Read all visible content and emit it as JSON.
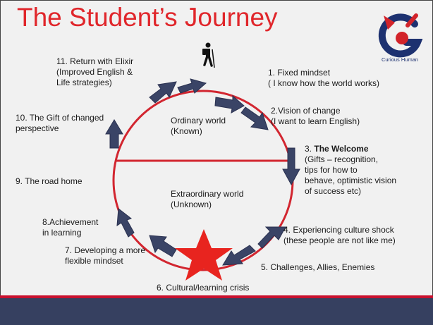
{
  "title": "The Student’s Journey",
  "logo": {
    "text": "Curious Human",
    "icon": "curious-human-logo",
    "colors": {
      "red": "#d2232a",
      "blue": "#1d3170"
    }
  },
  "colors": {
    "title": "#e0262b",
    "circle": "#d22630",
    "arrow": "#3a4466",
    "star": "#e8241f",
    "bar": "#364060"
  },
  "icons": {
    "hiker": "hiker-icon",
    "star": "star-icon"
  },
  "world": {
    "ordinary": {
      "line1": "Ordinary world",
      "line2": "(Known)"
    },
    "extraordinary": {
      "line1": "Extraordinary world",
      "line2": "(Unknown)"
    }
  },
  "steps": {
    "s1": {
      "line1": "1.   Fixed mindset",
      "line2": "( I know how the world works)"
    },
    "s2": {
      "line1": "2.Vision of change",
      "line2": "(I want to learn English)"
    },
    "s3": {
      "prefix": "3.",
      "bold": "The Welcome",
      "line2": "(Gifts – recognition,",
      "line3": "tips for how to",
      "line4": "behave, optimistic vision",
      "line5": "of success etc)"
    },
    "s4": {
      "line1": "4. Experiencing culture shock",
      "line2": "(these people are not like me)"
    },
    "s5": {
      "line1": "5. Challenges, Allies, Enemies"
    },
    "s6": {
      "line1": "6. Cultural/learning crisis"
    },
    "s7": {
      "line1": "7. Developing a more",
      "line2": "flexible mindset"
    },
    "s8": {
      "line1": "8.Achievement",
      "line2": "in learning"
    },
    "s9": {
      "line1": "9.  The road home"
    },
    "s10": {
      "line1": "10.  The Gift of changed",
      "line2": "perspective"
    },
    "s11": {
      "line1": "11. Return with Elixir",
      "line2": "(Improved English &",
      "line3": "Life strategies)"
    }
  }
}
